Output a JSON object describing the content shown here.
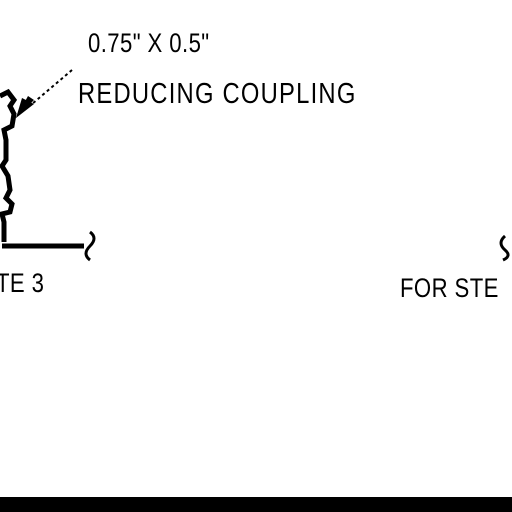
{
  "diagram": {
    "dimension_label": "0.75\" X 0.5\"",
    "part_label": "REDUCING  COUPLING",
    "note_label": "TE 3",
    "steam_label": "FOR STE"
  },
  "colors": {
    "ink": "#000000",
    "paper": "#ffffff"
  }
}
